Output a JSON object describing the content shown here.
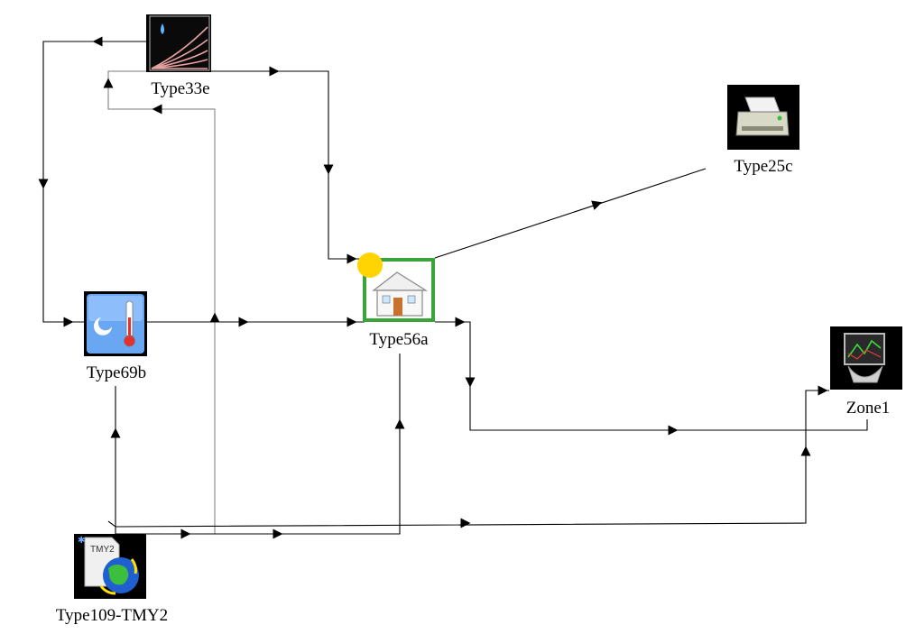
{
  "nodes": {
    "type33e": {
      "label": "Type33e",
      "icon": "psychrometrics-chart-icon"
    },
    "type25c": {
      "label": "Type25c",
      "icon": "printer-icon"
    },
    "type56a": {
      "label": "Type56a",
      "icon": "house-icon"
    },
    "type69b": {
      "label": "Type69b",
      "icon": "sky-temperature-icon"
    },
    "zone1": {
      "label": "Zone1",
      "icon": "monitor-plotter-icon"
    },
    "type109": {
      "label": "Type109-TMY2",
      "icon": "weather-data-globe-icon"
    }
  },
  "colors": {
    "line": "#000000",
    "gray_line": "#7a7a7a",
    "icon_bg": "#000000",
    "house_bg": "#3aa33a"
  }
}
